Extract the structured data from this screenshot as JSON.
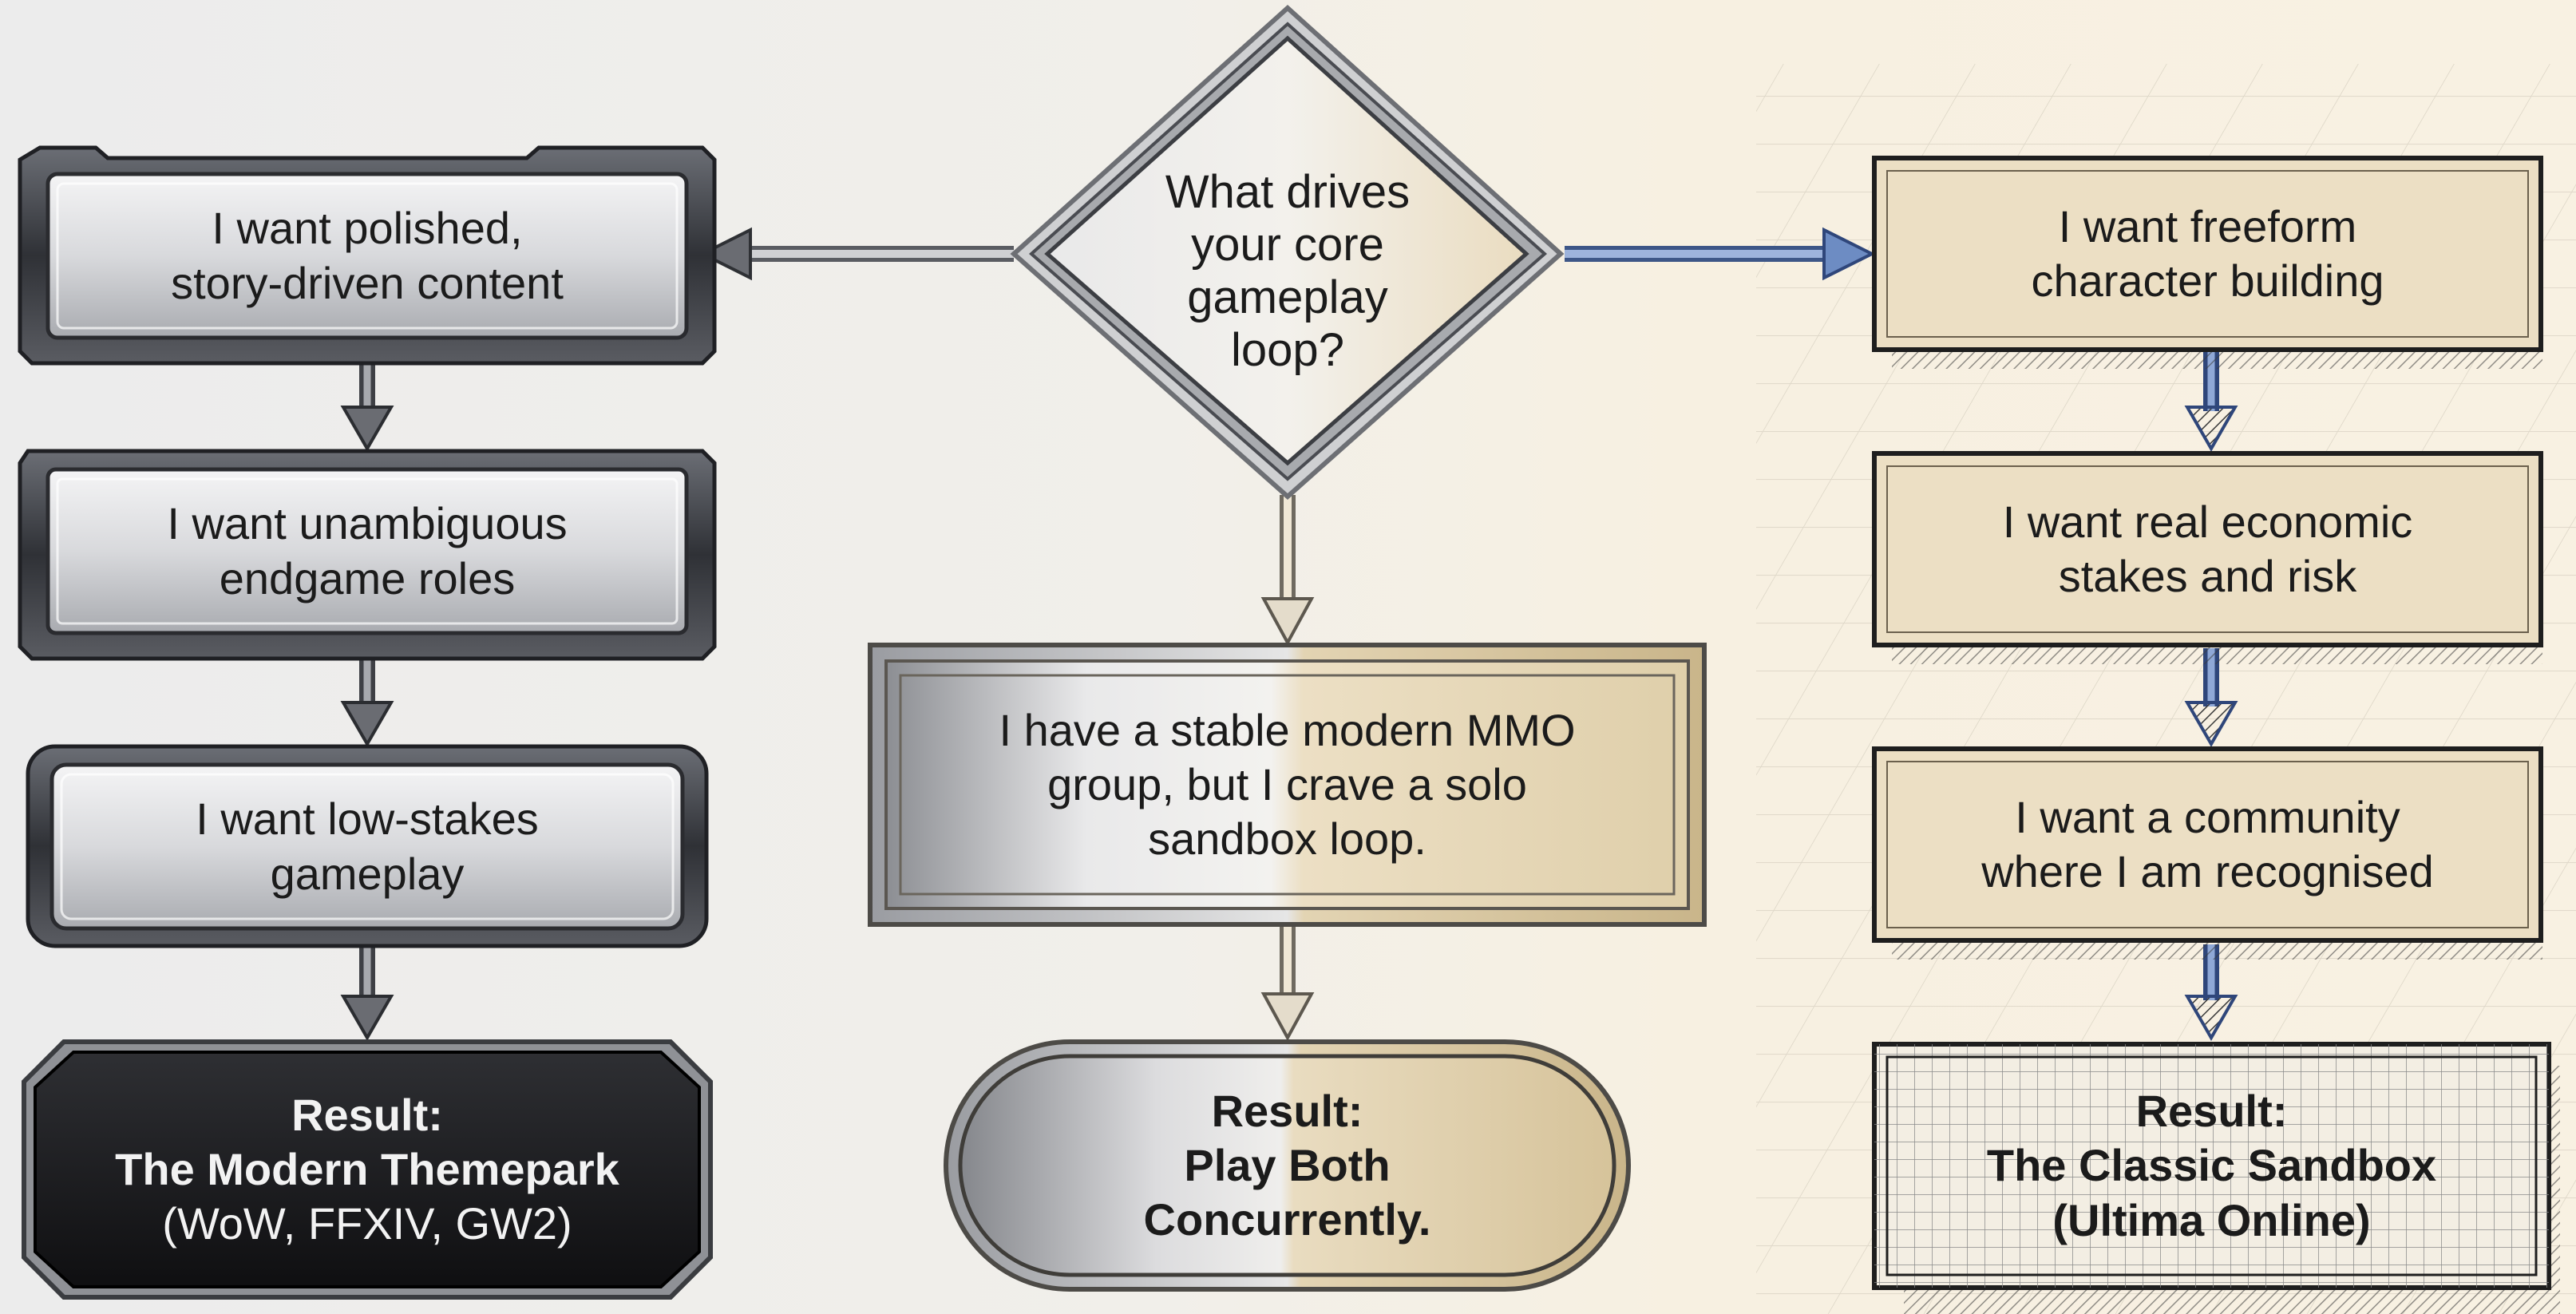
{
  "decision": {
    "lines": [
      "What drives",
      "your core",
      "gameplay",
      "loop?"
    ]
  },
  "left_column": {
    "steps": [
      {
        "lines": [
          "I want polished,",
          "story-driven content"
        ]
      },
      {
        "lines": [
          "I want unambiguous",
          "endgame roles"
        ]
      },
      {
        "lines": [
          "I want low-stakes",
          "gameplay"
        ]
      }
    ],
    "result": {
      "title": "Result:",
      "name": "The Modern Themepark",
      "detail": "(WoW, FFXIV, GW2)"
    }
  },
  "center_column": {
    "step": {
      "lines": [
        "I have a stable modern MMO",
        "group, but I crave a solo",
        "sandbox loop."
      ]
    },
    "result": {
      "title": "Result:",
      "name": "Play Both",
      "detail": "Concurrently."
    }
  },
  "right_column": {
    "steps": [
      {
        "lines": [
          "I want freeform",
          "character building"
        ]
      },
      {
        "lines": [
          "I want real economic",
          "stakes and risk"
        ]
      },
      {
        "lines": [
          "I want a community",
          "where I am recognised"
        ]
      }
    ],
    "result": {
      "title": "Result:",
      "name": "The Classic Sandbox",
      "detail": "(Ultima Online)"
    }
  },
  "colors": {
    "metal_light": "#f2f2f2",
    "metal_dark": "#4a4c52",
    "parchment": "#ecdfc4",
    "parchment_border": "#1e1e1e",
    "blue_arrow": "#5f7fb8",
    "themepark_result_bg": "#1a1a1c"
  }
}
